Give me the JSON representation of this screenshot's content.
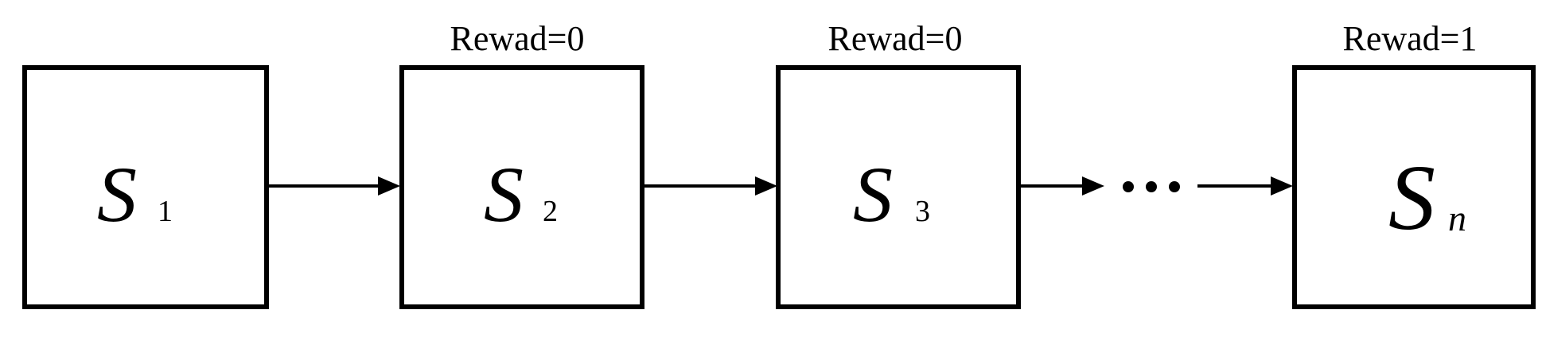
{
  "states": [
    {
      "letter": "S",
      "subscript": "1",
      "reward": ""
    },
    {
      "letter": "S",
      "subscript": "2",
      "reward": "Rewad=0"
    },
    {
      "letter": "S",
      "subscript": "3",
      "reward": "Rewad=0"
    },
    {
      "letter": "S",
      "subscript": "n",
      "reward": "Rewad=1"
    }
  ],
  "colors": {
    "stroke": "#000000",
    "background": "#ffffff"
  }
}
